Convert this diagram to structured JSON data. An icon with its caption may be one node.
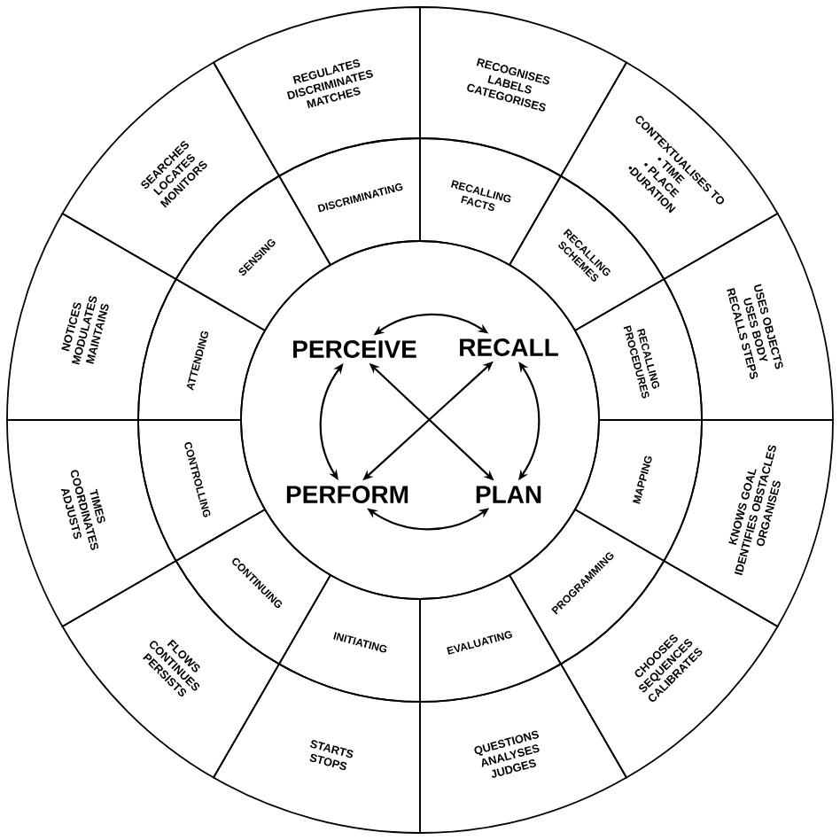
{
  "diagram": {
    "nodes": [
      {
        "text": [],
        "shape": "circle"
      },
      {
        "text": [
          "PERCEIVE"
        ],
        "in": 0
      },
      {
        "text": [
          "RECALL"
        ],
        "in": 0
      },
      {
        "text": [
          "PERFORM"
        ],
        "in": 0
      },
      {
        "text": [
          "PLAN"
        ],
        "in": 0
      },
      {
        "text": [
          "RECALLING FACTS"
        ]
      },
      {
        "text": [
          "RECOGNISES",
          "LABELS",
          "CATEGORISES"
        ]
      },
      {
        "text": [
          "RECALLING SCHEMES"
        ]
      },
      {
        "text": [
          "CONTEXTUALISES TO",
          "• TIME",
          "• PLACE",
          "•DURATION"
        ]
      },
      {
        "text": [
          "RECALLING PROCEDURES"
        ]
      },
      {
        "text": [
          "USES OBJECTS",
          "USES BODY",
          "RECALLS STEPS"
        ]
      },
      {
        "text": [
          "MAPPING"
        ]
      },
      {
        "text": [
          "KNOWS GOAL",
          "IDENTIFIES OBSTACLES",
          "ORGANISES"
        ]
      },
      {
        "text": [
          "PROGRAMMING"
        ]
      },
      {
        "text": [
          "CHOOSES",
          "SEQUENCES",
          "CALIBRATES"
        ]
      },
      {
        "text": [
          "EVALUATING"
        ]
      },
      {
        "text": [
          "QUESTIONS",
          "ANALYSES",
          "JUDGES"
        ]
      },
      {
        "text": [
          "INITIATING"
        ]
      },
      {
        "text": [
          "STARTS",
          "STOPS"
        ]
      },
      {
        "text": [
          "CONTINUING"
        ]
      },
      {
        "text": [
          "FLOWS",
          "CONTINUES",
          "PERSISTS"
        ]
      },
      {
        "text": [
          "CONTROLLING"
        ]
      },
      {
        "text": [
          "TIMES",
          "COORDINATES",
          "ADJUSTS"
        ]
      },
      {
        "text": [
          "ATTENDING"
        ]
      },
      {
        "text": [
          "NOTICES",
          "MODULATES",
          "MAINTAINS"
        ]
      },
      {
        "text": [
          "SENSING"
        ]
      },
      {
        "text": [
          "SEARCHES",
          "LOCATES",
          "MONITORS"
        ]
      },
      {
        "text": [
          "DISCRIMINATING"
        ]
      },
      {
        "text": [
          "REGULATES",
          "DISCRIMINATES",
          "MATCHES"
        ]
      }
    ],
    "edges": [
      {
        "from": 1,
        "to": 2,
        "arrow": "both"
      },
      {
        "from": 2,
        "to": 4,
        "arrow": "both"
      },
      {
        "from": 3,
        "to": 4,
        "arrow": "both"
      },
      {
        "from": 1,
        "to": 3,
        "arrow": "both"
      },
      {
        "from": 1,
        "to": 4,
        "arrow": "both"
      },
      {
        "from": 2,
        "to": 3,
        "arrow": "both"
      }
    ]
  }
}
